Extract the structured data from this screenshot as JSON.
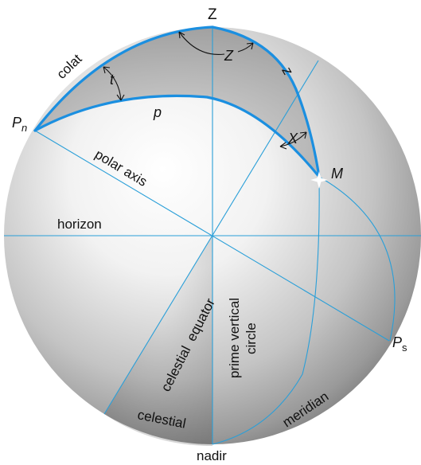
{
  "labels": {
    "zenith": "Z",
    "zenith_angle": "Z",
    "colat": "colat",
    "t": "t",
    "p": "p",
    "z": "z",
    "X": "X",
    "P_n_main": "P",
    "P_n_sub": "n",
    "M": "M",
    "polar_axis": "polar axis",
    "horizon": "horizon",
    "celestial_equator": "celestial  equator",
    "prime_vertical_line1": "prime vertical",
    "prime_vertical_line2": "circle",
    "celestial": "celestial",
    "meridian": "meridian",
    "nadir": "nadir",
    "P_s_main": "P",
    "P_s_sub": "s"
  },
  "colors": {
    "sphere_light": "#ffffff",
    "sphere_dark": "#6e6e6e",
    "line": "#2a9fd8",
    "triangle_edge": "#1b8fe0",
    "triangle_fill": "#9a9a9a",
    "text": "#111111"
  }
}
